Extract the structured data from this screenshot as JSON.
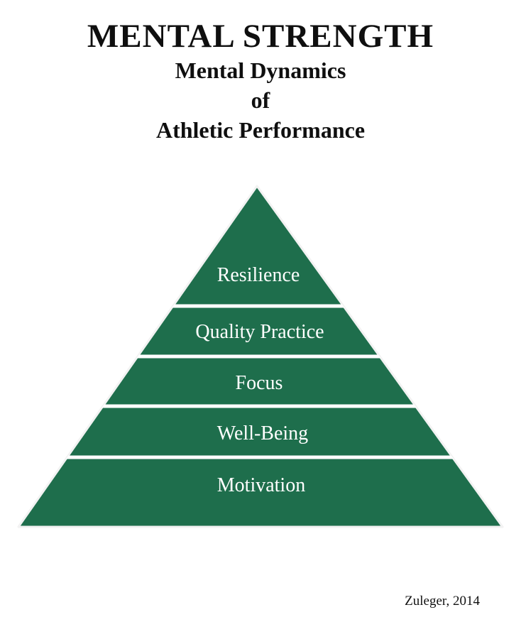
{
  "header": {
    "title": "MENTAL STRENGTH",
    "subtitle_lines": [
      "Mental Dynamics",
      "of",
      "Athletic Performance"
    ]
  },
  "pyramid": {
    "color": "#1e6e4c",
    "divider_color": "#ffffff",
    "layers": [
      {
        "label": "Resilience"
      },
      {
        "label": "Quality Practice"
      },
      {
        "label": "Focus"
      },
      {
        "label": "Well-Being"
      },
      {
        "label": "Motivation"
      }
    ]
  },
  "citation": "Zuleger, 2014"
}
